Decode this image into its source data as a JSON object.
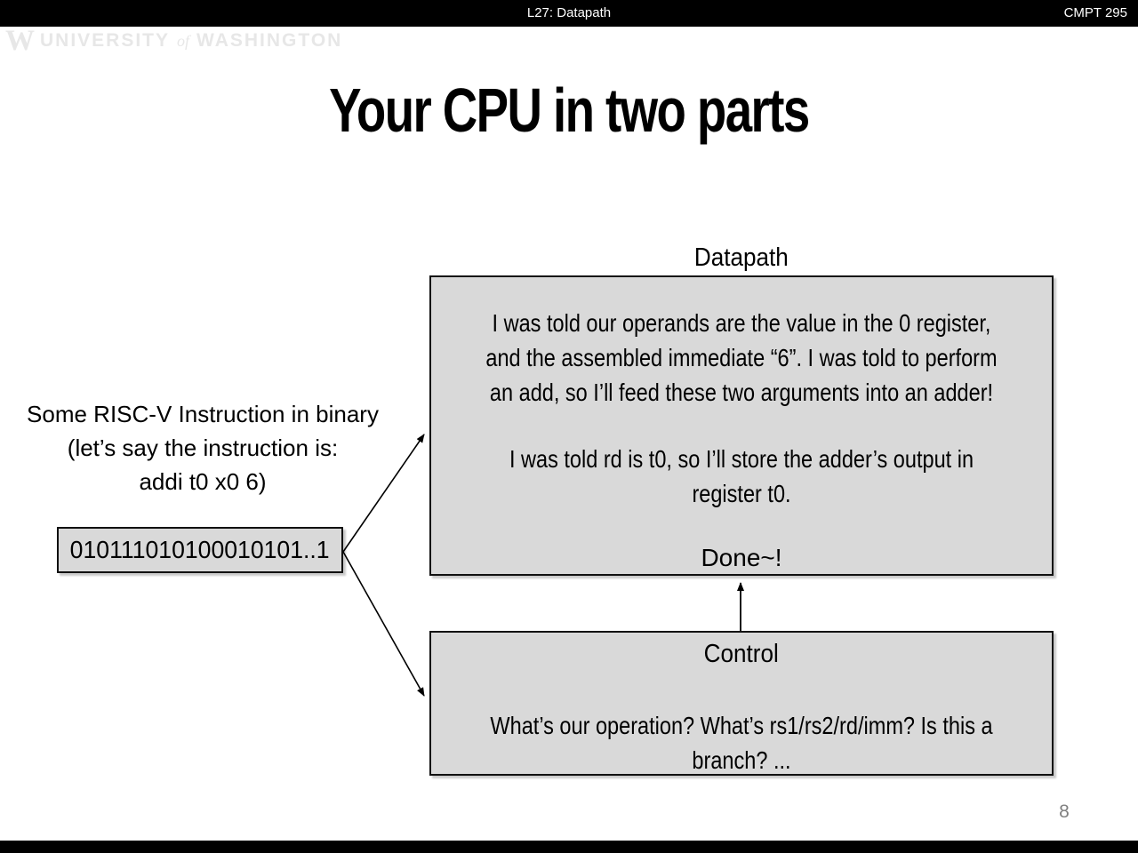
{
  "header": {
    "lecture": "L27: Datapath",
    "course": "CMPT 295"
  },
  "logo": {
    "w": "W",
    "university": "UNIVERSITY",
    "of": "of",
    "washington": "WASHINGTON"
  },
  "title": "Your CPU in two parts",
  "instruction": {
    "caption_lines": [
      "Some RISC-V Instruction in binary",
      "(let’s say the instruction is:",
      "addi t0 x0 6)"
    ],
    "binary": "010111010100010101..1"
  },
  "datapath": {
    "label": "Datapath",
    "para1_lines": [
      "I was told our operands are the value in the 0 register,",
      "and the assembled immediate “6”. I was told to perform",
      "an add, so I’ll feed these two arguments into an adder!"
    ],
    "para2_lines": [
      "I was told rd is t0, so I’ll store the adder’s output in",
      "register t0."
    ],
    "done": "Done~!"
  },
  "control": {
    "label": "Control",
    "lines": [
      "What’s our operation? What’s rs1/rs2/rd/imm? Is this a",
      "branch? ..."
    ]
  },
  "page_number": "8",
  "colors": {
    "box_fill": "#d9d9d9",
    "box_border": "#111111",
    "bar_bg": "#000000",
    "page_number": "#808080",
    "logo": "#e7e7e7"
  }
}
